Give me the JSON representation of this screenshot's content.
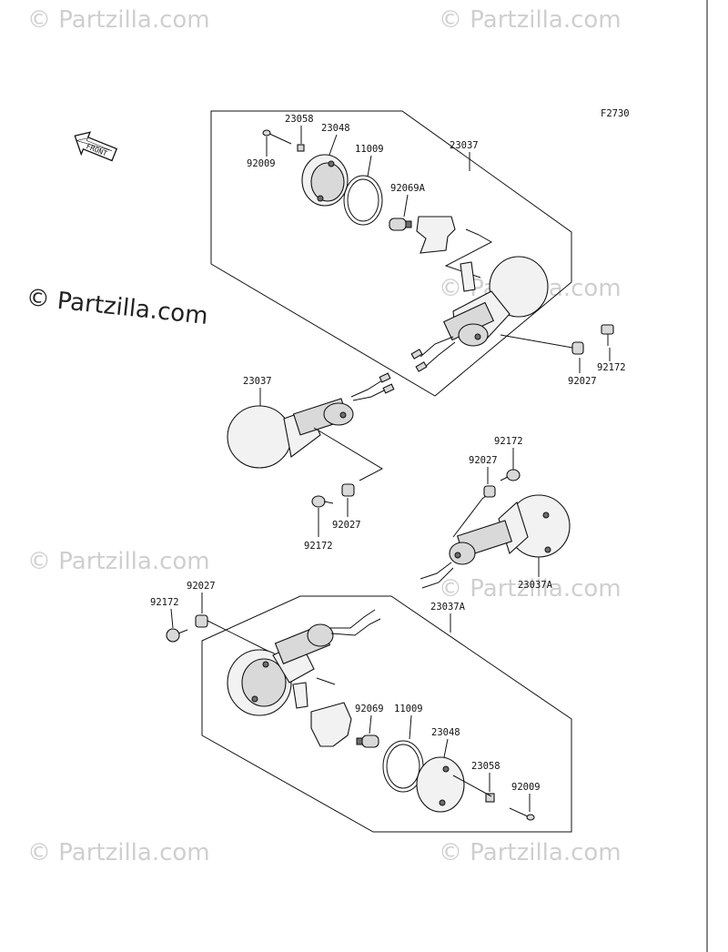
{
  "figure_code": "F2730",
  "front_arrow_label": "FRONT",
  "watermark": "© Partzilla.com",
  "main_watermark": "© Partzilla.com",
  "labels": {
    "l92009_top": "92009",
    "l23058_top": "23058",
    "l23048_top": "23048",
    "l11009_top": "11009",
    "l23037_top": "23037",
    "l92069A": "92069A",
    "l92027_r1": "92027",
    "l92172_r1": "92172",
    "l23037_mid": "23037",
    "l92027_m": "92027",
    "l92172_m": "92172",
    "l92172_r2": "92172",
    "l92027_r2": "92027",
    "l23037A_r": "23037A",
    "l92027_l": "92027",
    "l92172_l": "92172",
    "l23037A_b": "23037A",
    "l92069": "92069",
    "l11009_b": "11009",
    "l23048_b": "23048",
    "l23058_b": "23058",
    "l92009_b": "92009"
  }
}
